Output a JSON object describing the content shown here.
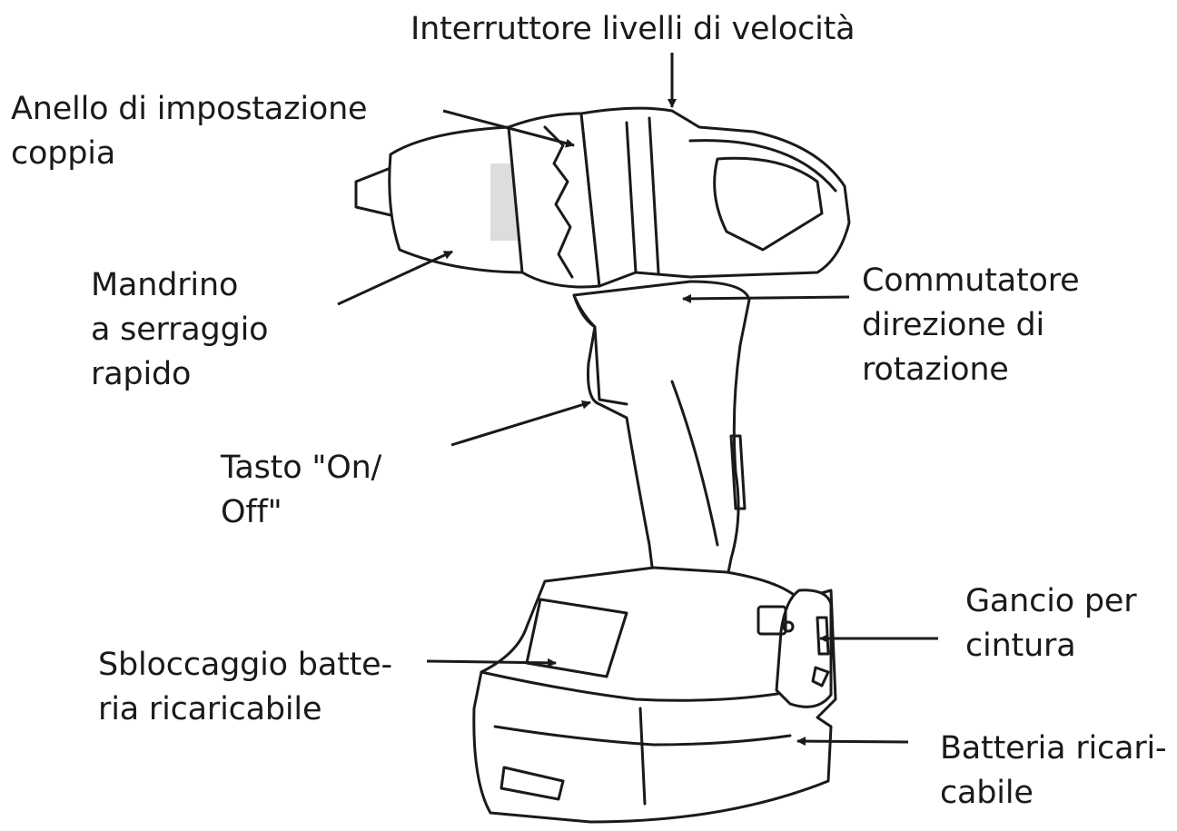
{
  "labels": {
    "speed_switch": [
      "Interruttore livelli di velocità"
    ],
    "torque_ring": [
      "Anello di impostazione",
      "coppia"
    ],
    "keyless_chuck": [
      "Mandrino",
      "a serraggio",
      "rapido"
    ],
    "on_off_button": [
      "Tasto \"On/",
      "Off\""
    ],
    "battery_release": [
      "Sbloccaggio batte-",
      "ria ricaricabile"
    ],
    "direction_switch": [
      "Commutatore",
      "direzione di",
      "rotazione"
    ],
    "belt_clip": [
      "Gancio per",
      "cintura"
    ],
    "battery": [
      "Batteria ricari-",
      "cabile"
    ]
  },
  "colors": {
    "ink": "#1a1a1a",
    "background": "#ffffff"
  }
}
